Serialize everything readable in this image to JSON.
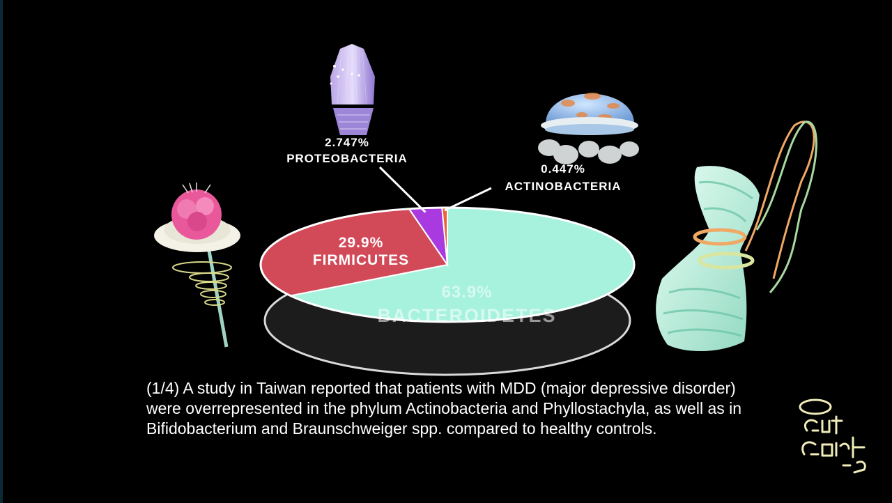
{
  "chart_data": {
    "type": "pie",
    "style": "3d",
    "slices": [
      {
        "label": "BACTEROIDETES",
        "value": 63.9,
        "display": "63.9%",
        "color": "#a6f2dc"
      },
      {
        "label": "FIRMICUTES",
        "value": 29.9,
        "display": "29.9%",
        "color": "#d24a58"
      },
      {
        "label": "PROTEOBACTERIA",
        "value": 2.747,
        "display": "2.747%",
        "color": "#a83ae0"
      },
      {
        "label": "ACTINOBACTERIA",
        "value": 0.447,
        "display": "0.447%",
        "color": "#e8633a"
      }
    ]
  },
  "caption": {
    "text": "(1/4)  A study in Taiwan reported that patients with MDD (major depressive disorder) were overrepresented in the phylum Actinobacteria and Phyllostachyla, as well as in Bifidobacterium and Braunschweiger spp. compared to healthy controls."
  },
  "logo": {
    "line1": "the",
    "line2": "Gut",
    "line3": "Garden"
  },
  "icons": [
    "flower-microbe-icon",
    "capsule-microbe-icon",
    "jellyfish-microbe-icon",
    "ribbon-microbe-icon"
  ]
}
